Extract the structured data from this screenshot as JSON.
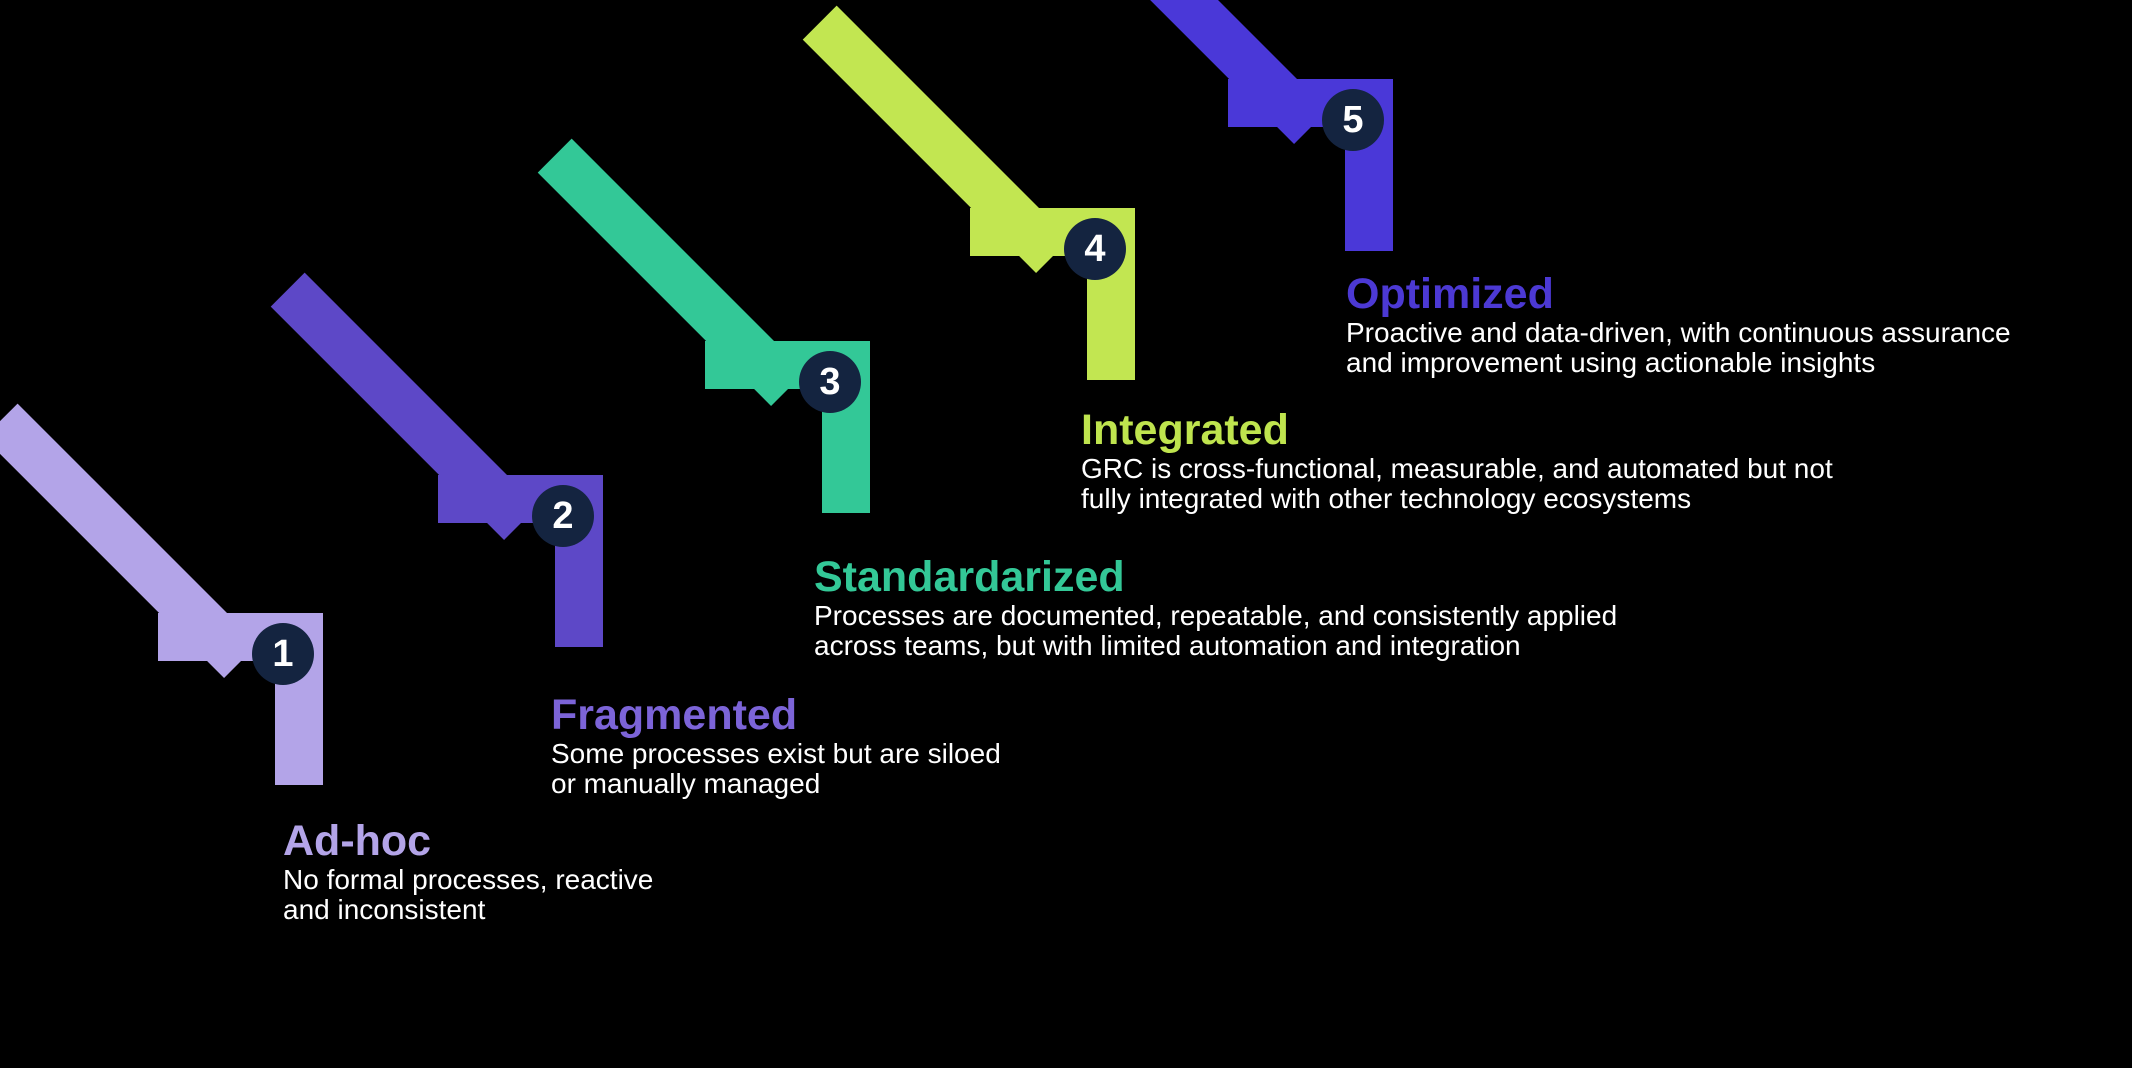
{
  "palette": {
    "background": "#000000",
    "badge_bg": "#142440",
    "badge_text": "#ffffff",
    "description_text": "#ffffff"
  },
  "stages": [
    {
      "number": "1",
      "title": "Ad-hoc",
      "description": "No formal processes, reactive\nand inconsistent",
      "arrow_color": "#b3a4e8",
      "title_color": "#b3a4e8"
    },
    {
      "number": "2",
      "title": "Fragmented",
      "description": "Some processes exist but are siloed\nor manually managed",
      "arrow_color": "#5d48c7",
      "title_color": "#7c64d8"
    },
    {
      "number": "3",
      "title": "Standardarized",
      "description": "Processes are documented, repeatable, and consistently applied\nacross teams, but with limited automation and integration",
      "arrow_color": "#33c897",
      "title_color": "#33c897"
    },
    {
      "number": "4",
      "title": "Integrated",
      "description": "GRC is cross-functional, measurable, and automated but not\nfully integrated with other technology ecosystems",
      "arrow_color": "#c2e651",
      "title_color": "#bfe44e"
    },
    {
      "number": "5",
      "title": "Optimized",
      "description": "Proactive and data-driven, with continuous assurance\nand improvement using actionable insights",
      "arrow_color": "#4a38d8",
      "title_color": "#4c39d4"
    }
  ]
}
